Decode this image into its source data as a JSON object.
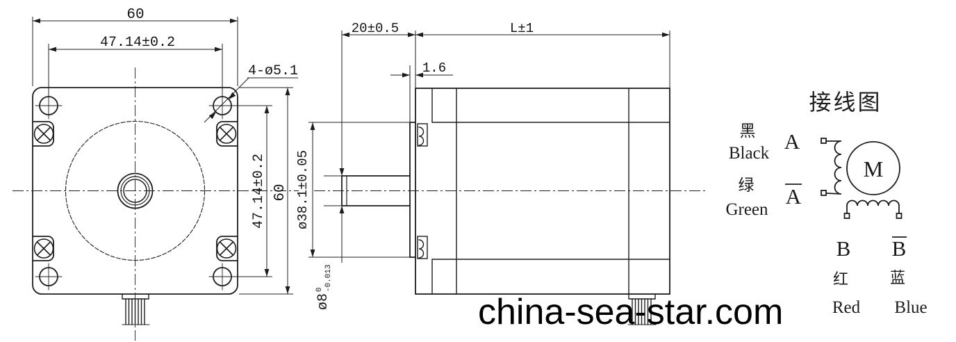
{
  "watermark": {
    "text": "china-sea-star.com"
  },
  "front_view": {
    "dim_outer_width": "60",
    "dim_hole_spacing_h": "47.14±0.2",
    "mounting_holes_label": "4-ø5.1",
    "dim_hole_spacing_v": "47.14±0.2",
    "dim_outer_height": "60"
  },
  "side_view": {
    "dim_shaft_length": "20±0.5",
    "dim_body_length": "L±1",
    "dim_pilot_height": "1.6",
    "dim_pilot_diameter": "ø38.1±0.05",
    "dim_shaft_diameter": "ø8",
    "shaft_tolerance_upper": "0",
    "shaft_tolerance_lower": "-0.013"
  },
  "wiring_diagram": {
    "title": "接线图",
    "motor_label": "M",
    "leads": {
      "a": {
        "color_cn": "黑",
        "color_en": "Black",
        "terminal": "A"
      },
      "a_bar": {
        "color_cn": "绿",
        "color_en": "Green",
        "terminal": "A"
      },
      "b": {
        "color_cn": "红",
        "color_en": "Red",
        "terminal": "B"
      },
      "b_bar": {
        "color_cn": "蓝",
        "color_en": "Blue",
        "terminal": "B"
      }
    }
  },
  "colors": {
    "line": "#1c1c1c",
    "text": "#141414",
    "background": "#ffffff",
    "watermark": "#000000"
  }
}
